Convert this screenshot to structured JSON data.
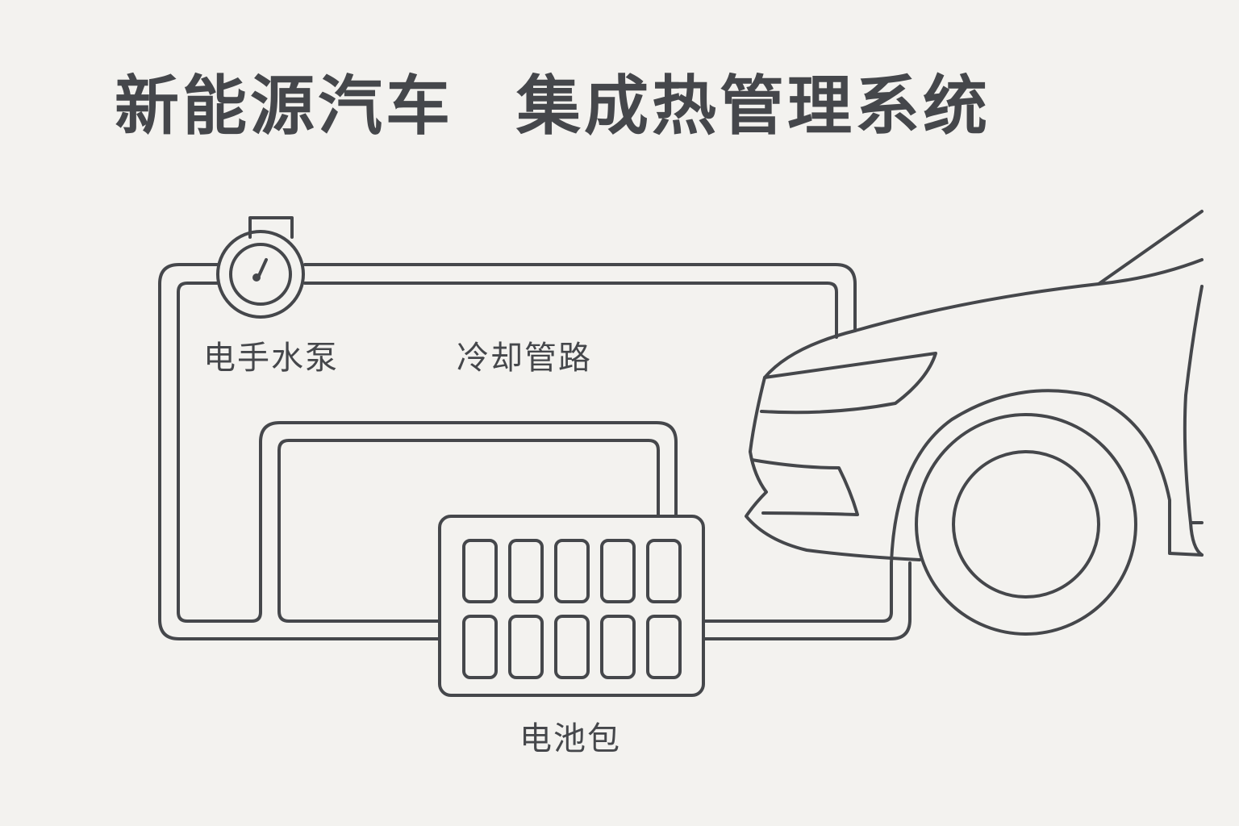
{
  "title": {
    "part1": "新能源汽车",
    "part2": "集成热管理系统"
  },
  "components": {
    "pump": {
      "label": "电手水泵",
      "icon": "gauge-icon"
    },
    "pipe": {
      "label": "冷却管路"
    },
    "battery": {
      "label": "电池包",
      "icon": "battery-cells-icon",
      "cells": 10
    }
  },
  "illustration": {
    "vehicle": "car-front-outline"
  },
  "colors": {
    "line": "#45474b",
    "background": "#f3f2ef"
  }
}
